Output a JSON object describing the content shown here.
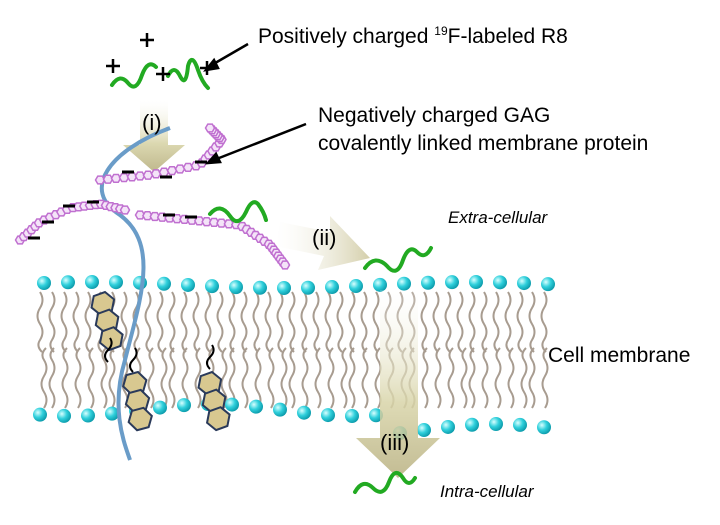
{
  "labels": {
    "peptide_prefix": "Positively charged ",
    "peptide_sup": "19",
    "peptide_suffix": "F-labeled R8",
    "gag_line1": "Negatively charged GAG",
    "gag_line2": "covalently linked membrane protein",
    "extracellular": "Extra-cellular",
    "membrane": "Cell membrane",
    "intracellular": "Intra-cellular"
  },
  "steps": {
    "i": "(i)",
    "ii": "(ii)",
    "iii": "(iii)"
  },
  "colors": {
    "peptide": "#22aa22",
    "gag": "#c070d0",
    "headgroup": "#20c0d0",
    "tail": "#a89c90",
    "protein": "#6a9cc8",
    "arrow": "#c8c090"
  }
}
